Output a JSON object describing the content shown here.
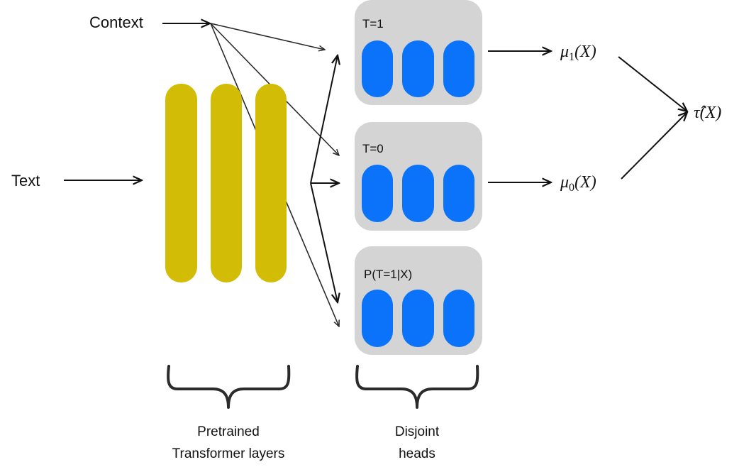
{
  "inputs": {
    "context": "Context",
    "text": "Text"
  },
  "heads": [
    {
      "label": "T=1"
    },
    {
      "label": "T=0"
    },
    {
      "label": "P(T=1|X)"
    }
  ],
  "outputs": {
    "mu1": {
      "symbol": "μ",
      "subscript": "1",
      "arg": "(X)"
    },
    "mu0": {
      "symbol": "μ",
      "subscript": "0",
      "arg": "(X)"
    },
    "tau": {
      "symbol": "τ̂",
      "arg": "(X)"
    }
  },
  "captions": {
    "transformer_line1": "Pretrained",
    "transformer_line2": "Transformer layers",
    "heads_line1": "Disjoint",
    "heads_line2": "heads"
  },
  "colors": {
    "transformer_layer": "#D2BC06",
    "head_box": "#D4D4D4",
    "head_unit": "#0A73FA",
    "arrow": "#111111",
    "context_arrow": "#2a2a2a"
  }
}
